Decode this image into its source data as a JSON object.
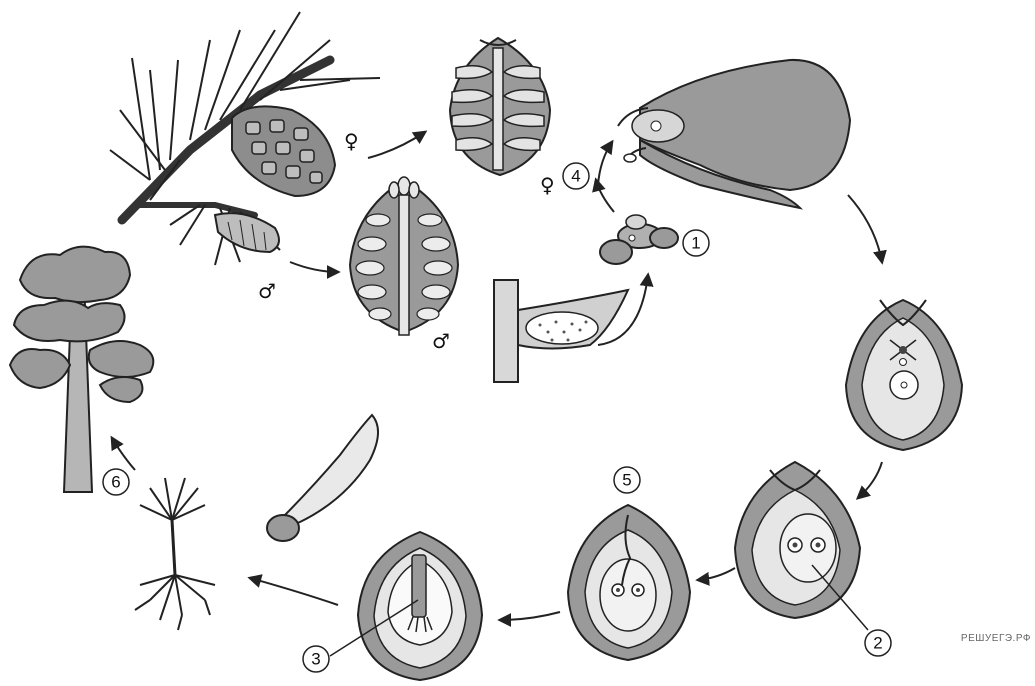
{
  "labels": {
    "n1": "1",
    "n2": "2",
    "n3": "3",
    "n4": "4",
    "n5": "5",
    "n6": "6"
  },
  "symbols": {
    "female_branch": "♀",
    "female_4": "♀",
    "male_branch": "♂",
    "male_cone": "♂"
  },
  "watermark": "РЕШУЕГЭ.РФ",
  "colors": {
    "outline": "#222222",
    "dark_fill": "#9a9a9a",
    "mid_fill": "#c9c9c9",
    "light_fill": "#e9e9e9"
  }
}
